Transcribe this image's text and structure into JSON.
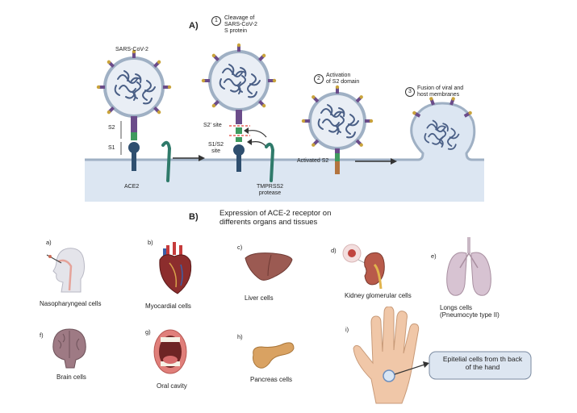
{
  "panel_a": {
    "label": "A)",
    "virus_label": "SARS-CoV-2",
    "s2_label": "S2",
    "s1_label": "S1",
    "ace2_label": "ACE2",
    "s2_prime_label": "S2' site",
    "s1s2_label": "S1/S2\nsite",
    "tmprss2_label": "TMPRSS2\nprotease",
    "activated_label": "Activated S2",
    "steps": [
      {
        "num": "1",
        "text": "Cleavage of\nSARS-CoV-2\nS protein"
      },
      {
        "num": "2",
        "text": "Activation\nof S2 domain"
      },
      {
        "num": "3",
        "text": "Fusion of viral and\nhost membranes"
      }
    ]
  },
  "panel_b": {
    "label": "B)",
    "title": "Expression of ACE-2 receptor on\ndifferents organs and tissues",
    "organs": [
      {
        "letter": "a)",
        "caption": "Nasopharyngeal cells"
      },
      {
        "letter": "b)",
        "caption": "Myocardial cells"
      },
      {
        "letter": "c)",
        "caption": "Liver cells"
      },
      {
        "letter": "d)",
        "caption": "Kidney glomerular cells"
      },
      {
        "letter": "e)",
        "caption": "Longs cells\n(Pneumocyte type II)"
      },
      {
        "letter": "f)",
        "caption": "Brain cells"
      },
      {
        "letter": "g)",
        "caption": "Oral cavity"
      },
      {
        "letter": "h)",
        "caption": "Pancreas cells"
      },
      {
        "letter": "i)",
        "caption": ""
      }
    ],
    "hand_callout": "Epitelial cells from th back\nof the hand"
  },
  "colors": {
    "membrane": "#dce6f2",
    "membrane_border": "#9fb0c4",
    "virus_fill": "#e9eef5",
    "rna": "#4a5f86",
    "spike_s2": "#6b4c8a",
    "spike_green": "#3f9a5e",
    "ace2": "#2f4f6f",
    "tmprss2": "#2f7a6a",
    "cleave": "#e0453a"
  }
}
